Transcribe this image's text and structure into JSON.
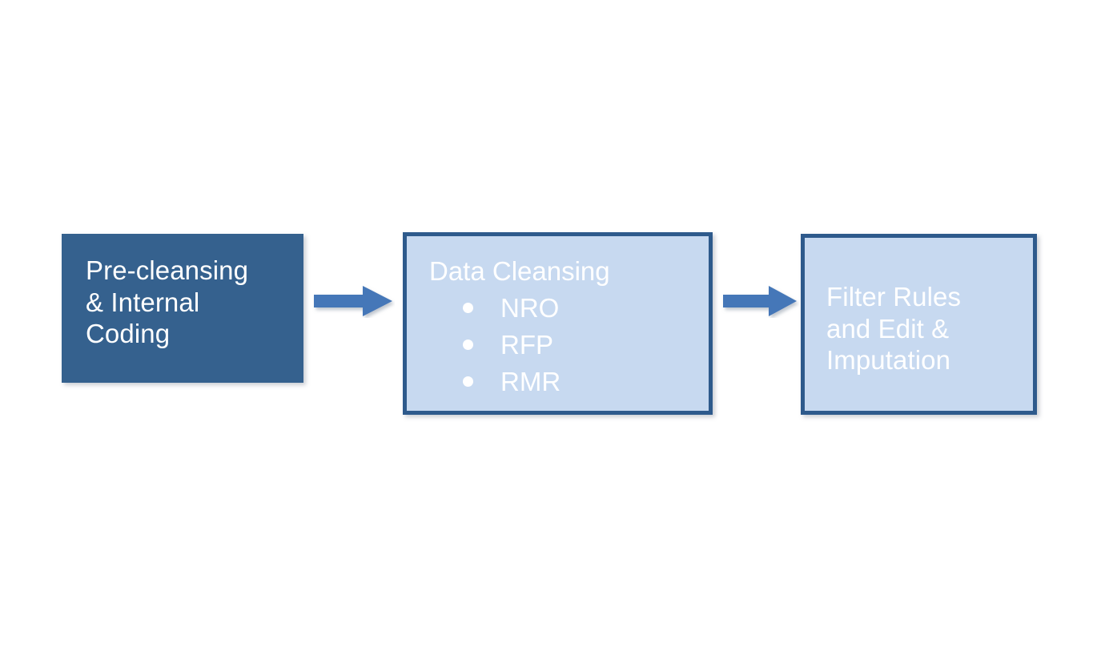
{
  "diagram": {
    "type": "process-flow",
    "background_color": "#FFFFFF",
    "palette": {
      "solid_fill": "#35618E",
      "light_fill": "#C7D9F0",
      "border": "#2E5A8C",
      "arrow": "#4477B8",
      "text": "#FFFFFF"
    },
    "nodes": [
      {
        "id": "pre-cleansing",
        "label": "Pre-cleansing\n& Internal\nCoding",
        "style": "solid",
        "fill": "#35618E",
        "text_color": "#FFFFFF"
      },
      {
        "id": "data-cleansing",
        "heading": "Data Cleansing",
        "style": "outlined",
        "fill": "#C7D9F0",
        "border_color": "#2E5A8C",
        "text_color": "#FFFFFF",
        "bullets": [
          "NRO",
          "RFP",
          "RMR"
        ]
      },
      {
        "id": "filter-rules",
        "label": "Filter Rules\nand Edit &\nImputation",
        "style": "outlined",
        "fill": "#C7D9F0",
        "border_color": "#2E5A8C",
        "text_color": "#FFFFFF"
      }
    ],
    "connectors": [
      {
        "id": "arrow-1",
        "from": "pre-cleansing",
        "to": "data-cleansing",
        "direction": "right",
        "color": "#4477B8"
      },
      {
        "id": "arrow-2",
        "from": "data-cleansing",
        "to": "filter-rules",
        "direction": "right",
        "color": "#4477B8"
      }
    ]
  }
}
